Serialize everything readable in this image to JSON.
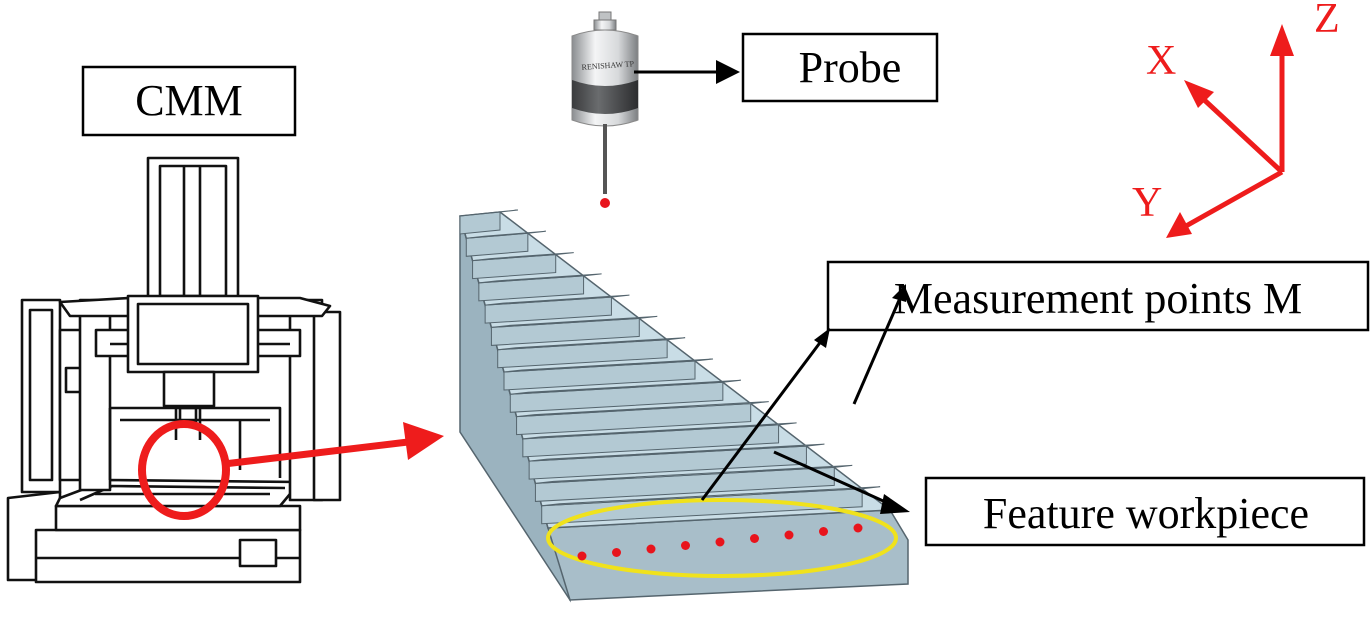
{
  "labels": {
    "cmm": "CMM",
    "probe": "Probe",
    "measurement_points": "Measurement points M",
    "feature_workpiece": "Feature workpiece"
  },
  "probe_body_text": "RENISHAW TP",
  "axes": {
    "x": "X",
    "y": "Y",
    "z": "Z"
  },
  "colors": {
    "axis": "#ee1c1c",
    "highlight_circle": "#ee1c1c",
    "measurement_ellipse": "#f0e21c",
    "measurement_points": "#e8141c",
    "workpiece_top": "#c9dde6",
    "workpiece_side": "#9bb3bf",
    "label_border": "#000000"
  },
  "measurement_point_count": 9
}
